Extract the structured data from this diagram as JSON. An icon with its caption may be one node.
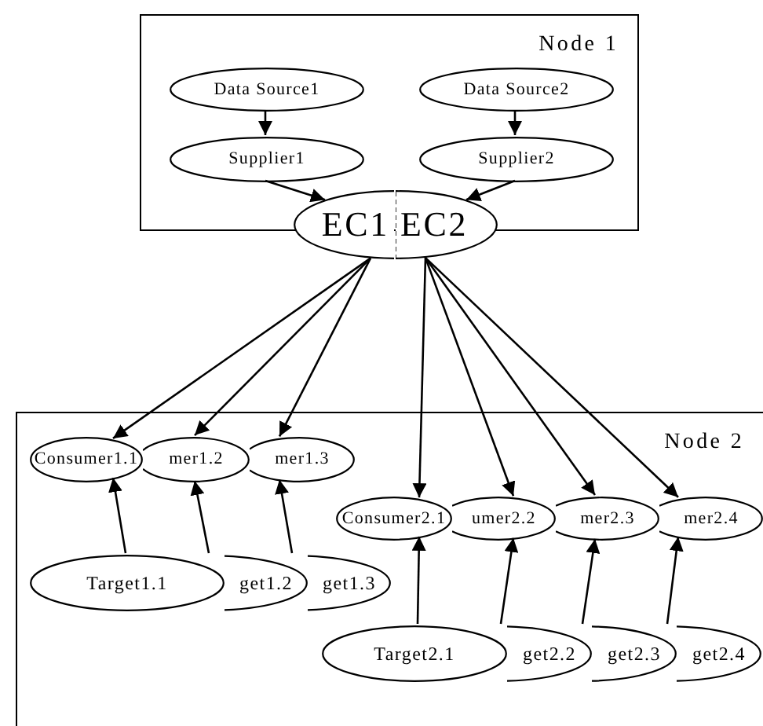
{
  "diagram": {
    "nodes": [
      {
        "text": [
          "Node 1"
        ]
      },
      {
        "text": [
          "Data Source1"
        ],
        "in": 0
      },
      {
        "text": [
          "Data Source2"
        ],
        "in": 0
      },
      {
        "text": [
          "Supplier1"
        ],
        "in": 0
      },
      {
        "text": [
          "Supplier2"
        ],
        "in": 0
      },
      {
        "text": [
          "EC1"
        ]
      },
      {
        "text": [
          "EC2"
        ]
      },
      {
        "text": [
          "Node 2"
        ]
      },
      {
        "text": [
          "Consumer1.1"
        ],
        "in": 7
      },
      {
        "text": [
          "mer1.2"
        ],
        "in": 7
      },
      {
        "text": [
          "mer1.3"
        ],
        "in": 7
      },
      {
        "text": [
          "Target1.1"
        ],
        "in": 7
      },
      {
        "text": [
          "get1.2"
        ],
        "in": 7
      },
      {
        "text": [
          "get1.3"
        ],
        "in": 7
      },
      {
        "text": [
          "Consumer2.1"
        ],
        "in": 7
      },
      {
        "text": [
          "umer2.2"
        ],
        "in": 7
      },
      {
        "text": [
          "mer2.3"
        ],
        "in": 7
      },
      {
        "text": [
          "mer2.4"
        ],
        "in": 7
      },
      {
        "text": [
          "Target2.1"
        ],
        "in": 7
      },
      {
        "text": [
          "get2.2"
        ],
        "in": 7
      },
      {
        "text": [
          "get2.3"
        ],
        "in": 7
      },
      {
        "text": [
          "get2.4"
        ],
        "in": 7
      }
    ],
    "edges": [
      {
        "from": 1,
        "to": 3,
        "arrow": "to"
      },
      {
        "from": 2,
        "to": 4,
        "arrow": "to"
      },
      {
        "from": 3,
        "to": 5,
        "arrow": "to"
      },
      {
        "from": 4,
        "to": 6,
        "arrow": "to"
      },
      {
        "from": 5,
        "to": 8,
        "arrow": "to"
      },
      {
        "from": 5,
        "to": 9,
        "arrow": "to"
      },
      {
        "from": 5,
        "to": 10,
        "arrow": "to"
      },
      {
        "from": 6,
        "to": 14,
        "arrow": "to"
      },
      {
        "from": 6,
        "to": 15,
        "arrow": "to"
      },
      {
        "from": 6,
        "to": 16,
        "arrow": "to"
      },
      {
        "from": 6,
        "to": 17,
        "arrow": "to"
      },
      {
        "from": 11,
        "to": 8,
        "arrow": "to"
      },
      {
        "from": 12,
        "to": 9,
        "arrow": "to"
      },
      {
        "from": 13,
        "to": 10,
        "arrow": "to"
      },
      {
        "from": 18,
        "to": 14,
        "arrow": "to"
      },
      {
        "from": 19,
        "to": 15,
        "arrow": "to"
      },
      {
        "from": 20,
        "to": 16,
        "arrow": "to"
      },
      {
        "from": 21,
        "to": 17,
        "arrow": "to"
      }
    ]
  }
}
